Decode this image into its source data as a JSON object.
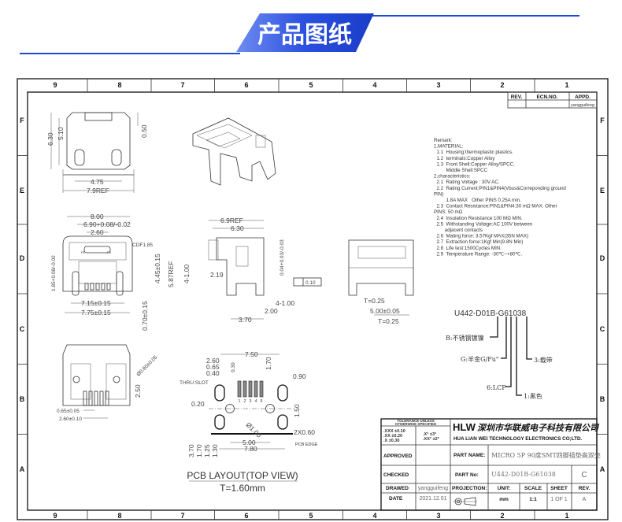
{
  "header": {
    "title": "产品图纸",
    "accent": "#1f47d8"
  },
  "frame": {
    "columns": [
      "9",
      "8",
      "7",
      "6",
      "5",
      "4",
      "3",
      "2",
      "1"
    ],
    "rows": [
      "F",
      "E",
      "D",
      "C",
      "B",
      "A"
    ]
  },
  "revision_table": {
    "rev": "REV.",
    "ecn": "ECN.NO.",
    "appd": "APPD.",
    "appd_value": "yangguifeng"
  },
  "remarks": [
    "Remark:",
    "1.MATERIAL:",
    "  1.1  Housing:thermoplastic plastics.",
    "  1.2  terminals:Copper Alloy",
    "  1.3  Front Shell:Copper Alloy/SPCC.",
    "         Middle Shell:SPCC",
    "2.characteristics:",
    "  2.1  Rating Voltage : 30V AC.",
    "  2.2  Rating Current:PIN1&PIN4(Vbus&Correponding ground",
    "PIN)",
    "         1.8A MAX   Other PINS 0.25A min.",
    "  2.3  Contact Resistance:PIN1&PIN4:30 mΩ MAX. Other",
    "PINS: 50 mΩ",
    "  2.4  Insulation Resistance:100 MΩ MIN.",
    "  2.5  Withstanding Voltage:AC 100V between",
    "        adjacent contacts",
    "  2.6  Mating force: 3.57Kgf MAX(35N MAX)",
    "  2.7  Extraction force:1Kgf Min(9.8N Min)",
    "  2.8  Life test:1500Cycles MIN.",
    "  2.9  Temperature Range: -30℃~+80℃."
  ],
  "part_code": {
    "code": "U442-D01B-G61038",
    "b": "B:不锈钢镀镍",
    "g": "G:半金G/Fu\"",
    "three": "3:载带",
    "six": "6:LCP",
    "one": "1:黑色"
  },
  "dims": {
    "top_front": [
      "6.30",
      "5.10",
      "0.50",
      "4.75",
      "7.9REF"
    ],
    "front": [
      "8.00",
      "6.90+0.08/-0.02",
      "2.60",
      "CDF1.85",
      "1.85+0.08/-0.02",
      "4.45±0.15",
      "5.87REF",
      "4-1.00",
      "7.15±0.15",
      "7.75±0.15",
      "0.70±0.15",
      "P1",
      "P5"
    ],
    "side": [
      "6.9REF",
      "6.30",
      "2.19",
      "0.04+0.03/-0.03",
      "0.10",
      "4-1.00",
      "2.00",
      "3.70"
    ],
    "rear": [
      "T=0.25",
      "5.00±0.05",
      "T=0.25"
    ],
    "bottom": [
      "Ø0.80±0.05",
      "2.50",
      "0.65±0.05",
      "2.60±0.10"
    ],
    "pcb": [
      "7.50",
      "2.60",
      "0.65",
      "0.40",
      "0.30",
      "1.70",
      "0.90",
      "THRU SLOT",
      "0.20",
      "1.50",
      "Ø1.00",
      "2X0.60",
      "PCB EDGE",
      "5.00",
      "7.80",
      "3.70",
      "1.70",
      "1.25",
      "1.30",
      "1",
      "2",
      "3",
      "4",
      "5"
    ]
  },
  "pcb_layout": {
    "title": "PCB LAYOUT(TOP VIEW)",
    "thickness": "T=1.60mm"
  },
  "title_block": {
    "tolerance_title": "TOLERANCE UNLESS",
    "tolerance_title2": "OTHERWISE SPECIFIED",
    "tol1": ".XXX  ±0.10",
    "tol2": ".XX   ±0.20",
    "tol3": ".X    ±0.30",
    "ang1": ".X°  ±3°",
    "ang2": ".XX°  ±2°",
    "logo": "HLW",
    "company_cn": "深圳市华联威电子科技有限公司",
    "company_en": "HUA LIAN WEI TECHNOLOGY ELECTRONICS CO;LTD.",
    "approved": "APPROVED",
    "checked": "CHECKED",
    "drawed": "DRAWED",
    "drawed_value": "yangguifeng",
    "date": "DATE",
    "date_value": "2021.12.01",
    "part_name_label": "PART NAME:",
    "part_name": "MICRO 5P 90度SMT四脚插垫高双壳",
    "part_no_label": "PART No:",
    "part_no": "U442-D01B-G61038",
    "part_rev": "C",
    "projection": "PROJECTION:",
    "unit_label": "UNIT:",
    "unit": "mm",
    "scale_label": "SCALE",
    "scale": "1:1",
    "sheet_label": "SHEET",
    "sheet": "1 OF 1",
    "rev_label": "REV.",
    "rev": "A"
  }
}
